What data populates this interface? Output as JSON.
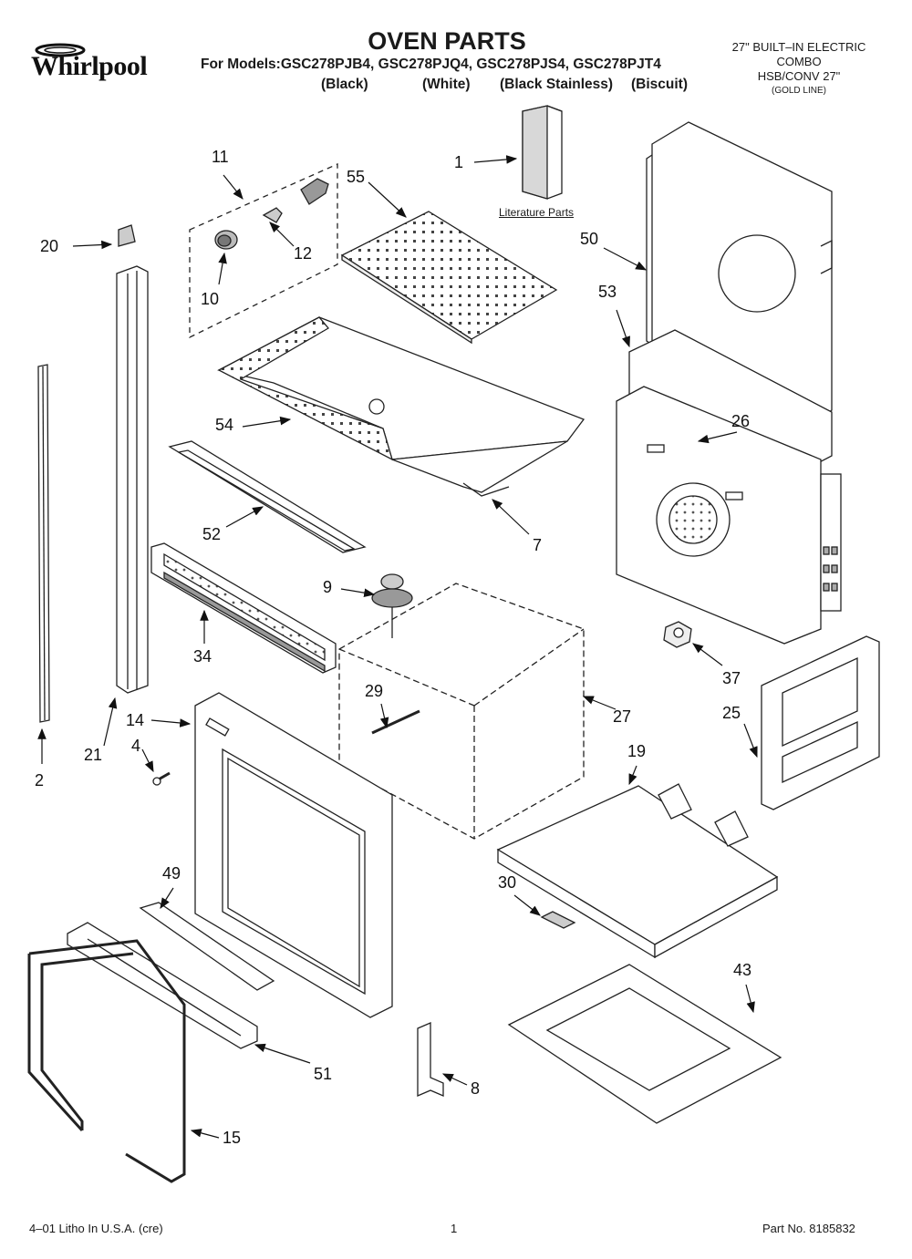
{
  "brand": {
    "logo_text": "Whirlpool"
  },
  "header": {
    "title": "OVEN PARTS",
    "models_line": "For Models:GSC278PJB4, GSC278PJQ4, GSC278PJS4, GSC278PJT4",
    "variants": [
      "(Black)",
      "(White)",
      "(Black Stainless)",
      "(Biscuit)"
    ]
  },
  "product": {
    "line1": "27\" BUILT–IN ELECTRIC",
    "line2": "COMBO",
    "line3": "HSB/CONV 27\"",
    "line4": "(GOLD LINE)"
  },
  "literature_label": "Literature Parts",
  "callouts": [
    "1",
    "55",
    "11",
    "12",
    "10",
    "20",
    "50",
    "53",
    "54",
    "26",
    "7",
    "52",
    "9",
    "34",
    "29",
    "27",
    "37",
    "25",
    "21",
    "14",
    "4",
    "2",
    "19",
    "30",
    "49",
    "43",
    "51",
    "8",
    "15"
  ],
  "footer": {
    "left": "4–01 Litho In U.S.A. (cre)",
    "center": "1",
    "right": "Part No. 8185832"
  }
}
